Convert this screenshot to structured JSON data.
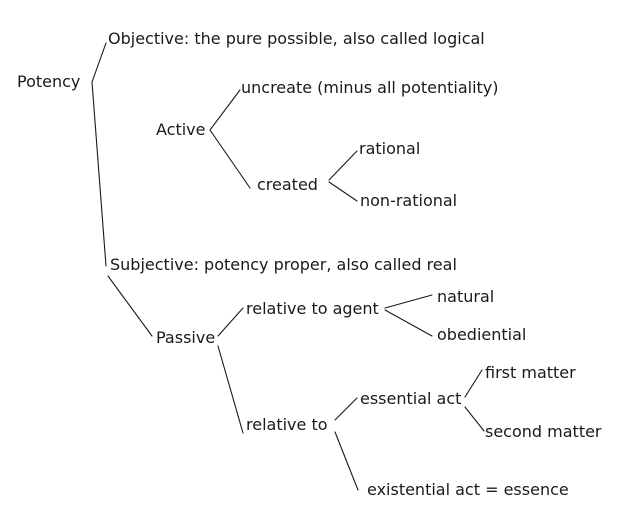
{
  "diagram": {
    "nodes": {
      "potency": "Potency",
      "objective": "Objective: the pure possible, also called logical",
      "active": "Active",
      "uncreate": "uncreate (minus all potentiality)",
      "created": "created",
      "rational": "rational",
      "non_rational": "non-rational",
      "subjective": "Subjective: potency proper, also called real",
      "passive": "Passive",
      "relative_to_agent": "relative to agent",
      "natural": "natural",
      "obediential": "obediential",
      "relative_to": "relative to",
      "essential_act": "essential act",
      "first_matter": "first matter",
      "second_matter": "second matter",
      "existential_act": "existential act = essence"
    },
    "colors": {
      "text": "#1a1a1a",
      "lines": "#1a1a1a",
      "background": "#ffffff"
    }
  }
}
